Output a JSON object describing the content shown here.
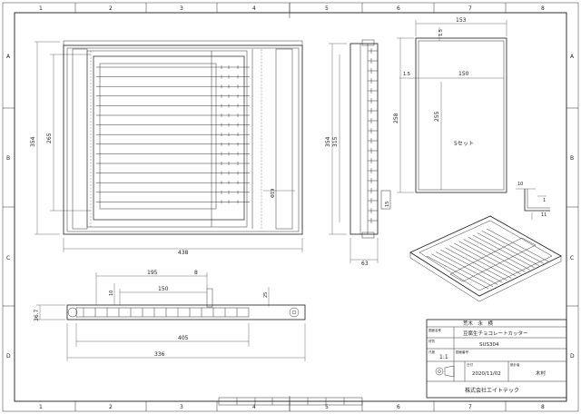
{
  "frame": {
    "columns_top": [
      "1",
      "2",
      "3",
      "4",
      "5",
      "6",
      "7",
      "8"
    ],
    "columns_bottom": [
      "1",
      "2",
      "3",
      "4",
      "5",
      "6",
      "7",
      "8"
    ],
    "rows_left": [
      "A",
      "B",
      "C",
      "D"
    ],
    "rows_right": [
      "A",
      "B",
      "C",
      "D"
    ]
  },
  "front_view": {
    "dim_overall_height": "354",
    "dim_inner_height": "265",
    "dim_width": "438",
    "dim_detail": "Φ19"
  },
  "side_view": {
    "dim_height_a": "354",
    "dim_height_b": "315",
    "dim_width": "63",
    "dim_small": "15"
  },
  "tray_view": {
    "dim_outer_width": "153",
    "dim_top": "1.5",
    "dim_side": "1.5",
    "dim_inner_width": "150",
    "dim_outer_height": "258",
    "dim_inner_height": "255",
    "note": "5セット"
  },
  "section_detail": {
    "dim_10": "10",
    "dim_1": "1",
    "dim_11": "11"
  },
  "bottom_view": {
    "dim_195": "195",
    "dim_8": "8",
    "dim_150": "150",
    "dim_10": "10",
    "dim_25": "25",
    "dim_36": "36.7",
    "dim_405": "405",
    "dim_336": "336"
  },
  "title_block": {
    "drafter_names": "荒木　永　横",
    "drawing_name_label": "図面名称",
    "drawing_name": "豆腐生チョコレートカッター",
    "material_label": "材質",
    "material": "SUS304",
    "scale_label": "尺度",
    "scale": "1:1",
    "drawing_no_label": "図面番号",
    "date_label": "日付",
    "date": "2020/11/02",
    "drawn_by_label": "設計者",
    "drawn_by": "木村",
    "company": "株式会社エイトテック"
  }
}
